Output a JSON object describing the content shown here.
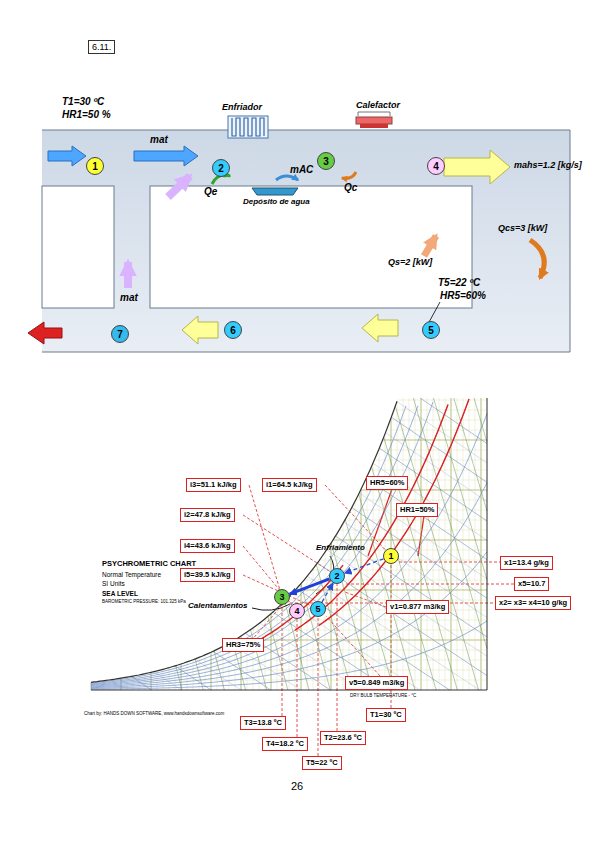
{
  "diagram": {
    "nodes": [
      {
        "text": [
          "6.11."
        ]
      },
      {
        "text": [
          "1"
        ]
      },
      {
        "text": [
          "2"
        ]
      },
      {
        "text": [
          "3"
        ]
      },
      {
        "text": [
          "4"
        ]
      },
      {
        "text": [
          "5"
        ]
      },
      {
        "text": [
          "6"
        ]
      },
      {
        "text": [
          "7"
        ]
      },
      {
        "text": [
          "i3=51.1 kJ/kg"
        ]
      },
      {
        "text": [
          "i1=64.5 kJ/kg"
        ]
      },
      {
        "text": [
          "HR5=60%"
        ]
      },
      {
        "text": [
          "i2=47.8 kJ/kg"
        ]
      },
      {
        "text": [
          "HR1=50%"
        ]
      },
      {
        "text": [
          "i4=43.6 kJ/kg"
        ]
      },
      {
        "text": [
          "1"
        ]
      },
      {
        "text": [
          "x1=13.4 g/kg"
        ]
      },
      {
        "text": [
          "i5=39.5 kJ/kg"
        ]
      },
      {
        "text": [
          "2"
        ]
      },
      {
        "text": [
          "x5=10.7"
        ]
      },
      {
        "text": [
          "3"
        ]
      },
      {
        "text": [
          "x2= x3= x4=10 g/kg"
        ]
      },
      {
        "text": [
          "v1=0.877 m3/kg"
        ]
      },
      {
        "text": [
          "4"
        ]
      },
      {
        "text": [
          "5"
        ]
      },
      {
        "text": [
          "HR3=75%"
        ]
      },
      {
        "text": [
          "v5=0.849 m3/kg"
        ]
      },
      {
        "text": [
          "T1=30 ºC"
        ]
      },
      {
        "text": [
          "T3=13.8 ºC"
        ]
      },
      {
        "text": [
          "T2=23.6 ºC"
        ]
      },
      {
        "text": [
          "T4=18.2 ºC"
        ]
      },
      {
        "text": [
          "T5=22 ºC"
        ]
      }
    ],
    "edges": [
      {
        "from": 14,
        "to": 17,
        "arrow": "to"
      },
      {
        "from": 23,
        "to": 17,
        "arrow": "to"
      },
      {
        "from": 17,
        "to": 19,
        "arrow": "to"
      }
    ],
    "labels": [
      "T1=30 ºC",
      "HR1=50 %",
      "Enfriador",
      "Calefactor",
      "mat",
      "Qe",
      "mAC",
      "Qc",
      "mahs=1.2 [kg/s]",
      "Depósito de agua",
      "Qcs=3 [kW]",
      "Qs=2 [kW]",
      "mat",
      "T5=22 ºC",
      "HR5=60%",
      "Enfriamiento",
      "PSYCHROMETRIC CHART",
      "Normal Temperature",
      "SI Units",
      "SEA LEVEL",
      "BAROMETRIC PRESSURE: 101.325 kPa",
      "Calentamientos",
      "DRY BULB TEMPERATURE - °C",
      "Chart by: HANDS DOWN SOFTWARE, www.handsdownsoftware.com",
      "26"
    ]
  }
}
